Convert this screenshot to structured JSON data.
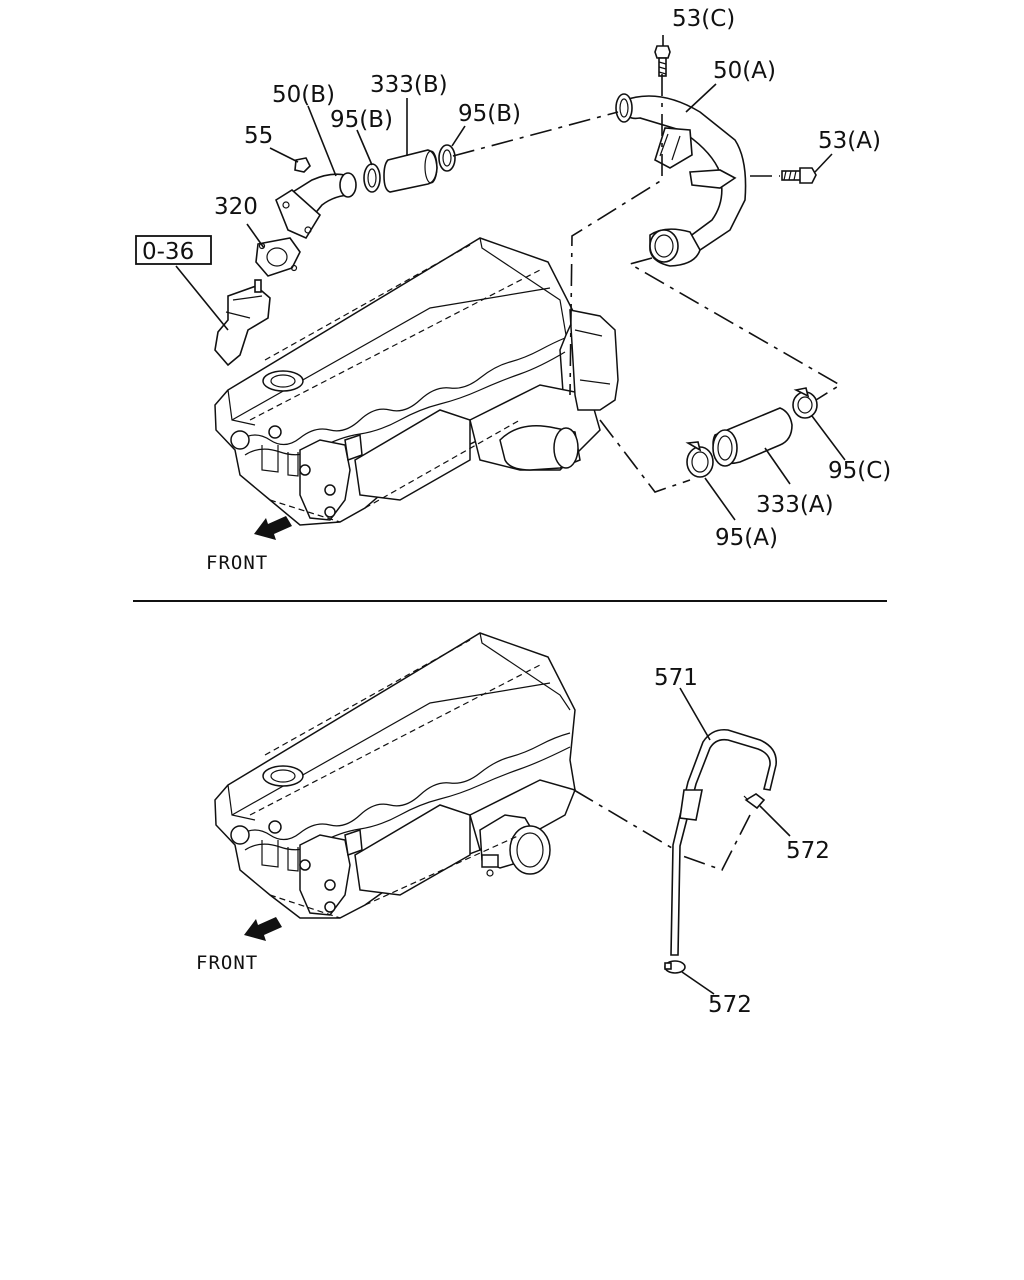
{
  "top_section": {
    "labels": {
      "p53c": "53(C)",
      "p50a": "50(A)",
      "p53a": "53(A)",
      "p50b": "50(B)",
      "p333b": "333(B)",
      "p95b_left": "95(B)",
      "p95b_right": "95(B)",
      "p55": "55",
      "p320": "320",
      "ref036": "0-36",
      "p95c": "95(C)",
      "p333a": "333(A)",
      "p95a": "95(A)"
    },
    "front_label": "FRONT"
  },
  "bottom_section": {
    "labels": {
      "p571": "571",
      "p572_upper": "572",
      "p572_lower": "572"
    },
    "front_label": "FRONT"
  }
}
